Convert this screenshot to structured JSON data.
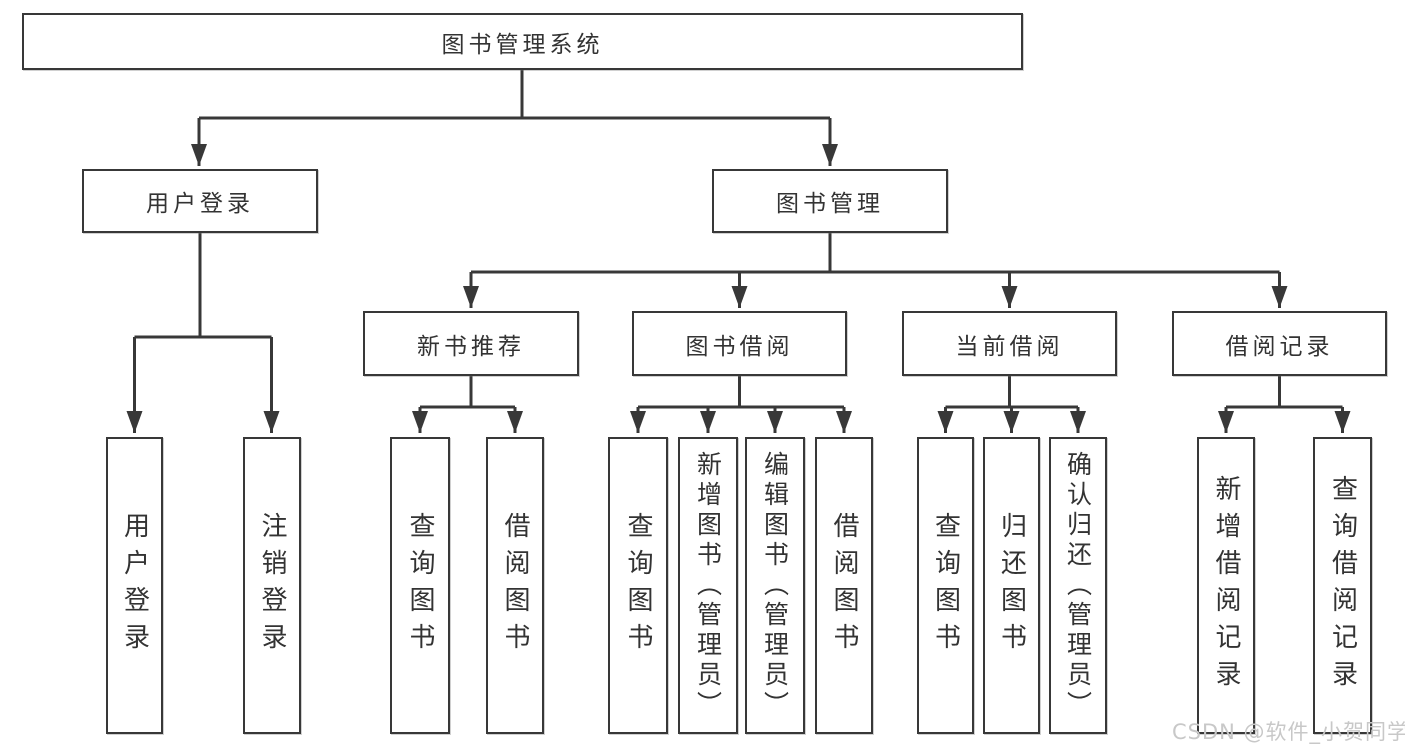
{
  "diagram": {
    "root": "图书管理系统",
    "level1": [
      {
        "label": "用户登录",
        "children": [
          "用户登录",
          "注销登录"
        ]
      },
      {
        "label": "图书管理"
      }
    ],
    "level2": [
      {
        "label": "新书推荐",
        "children": [
          "查询图书",
          "借阅图书"
        ]
      },
      {
        "label": "图书借阅",
        "children": [
          "查询图书",
          "新增图书（管理员）",
          "编辑图书（管理员）",
          "借阅图书"
        ]
      },
      {
        "label": "当前借阅",
        "children": [
          "查询图书",
          "归还图书",
          "确认归还（管理员）"
        ]
      },
      {
        "label": "借阅记录",
        "children": [
          "新增借阅记录",
          "查询借阅记录"
        ]
      }
    ]
  },
  "watermark": "CSDN @软件_小贺同学",
  "colors": {
    "line": "#383838",
    "text": "#333333",
    "background": "#ffffff",
    "watermark": "#c8c8c8"
  }
}
